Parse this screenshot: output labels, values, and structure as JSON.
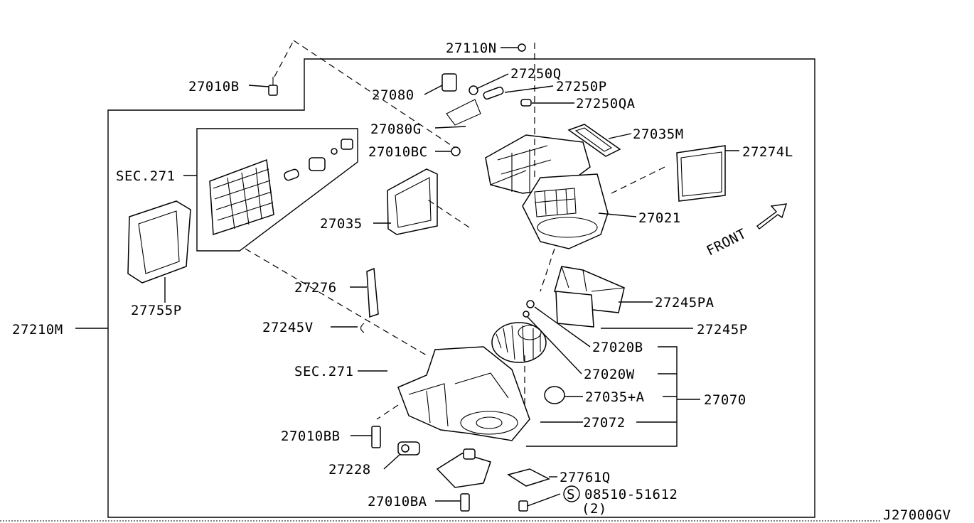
{
  "diagram_code": "J27000GV",
  "front_label": "FRONT",
  "callouts": {
    "c27010B": "27010B",
    "c27110N": "27110N",
    "c27250Q": "27250Q",
    "c27250P": "27250P",
    "c27250QA": "27250QA",
    "c27080": "27080",
    "c27080G": "27080G",
    "c27010BC": "27010BC",
    "c27035M": "27035M",
    "c27274L": "27274L",
    "cSEC271a": "SEC.271",
    "c27035": "27035",
    "c27021": "27021",
    "c27276": "27276",
    "c27755P": "27755P",
    "c27245V": "27245V",
    "c27210M": "27210M",
    "c27245PA": "27245PA",
    "c27245P": "27245P",
    "c27020B": "27020B",
    "c27020W": "27020W",
    "cSEC271b": "SEC.271",
    "c27035A": "27035+A",
    "c27070": "27070",
    "c27072": "27072",
    "c27010BB": "27010BB",
    "c27228": "27228",
    "c27761Q": "27761Q",
    "c08510": "08510-51612",
    "cQty": "(2)",
    "c27010BA": "27010BA"
  },
  "screw_symbol": "S"
}
